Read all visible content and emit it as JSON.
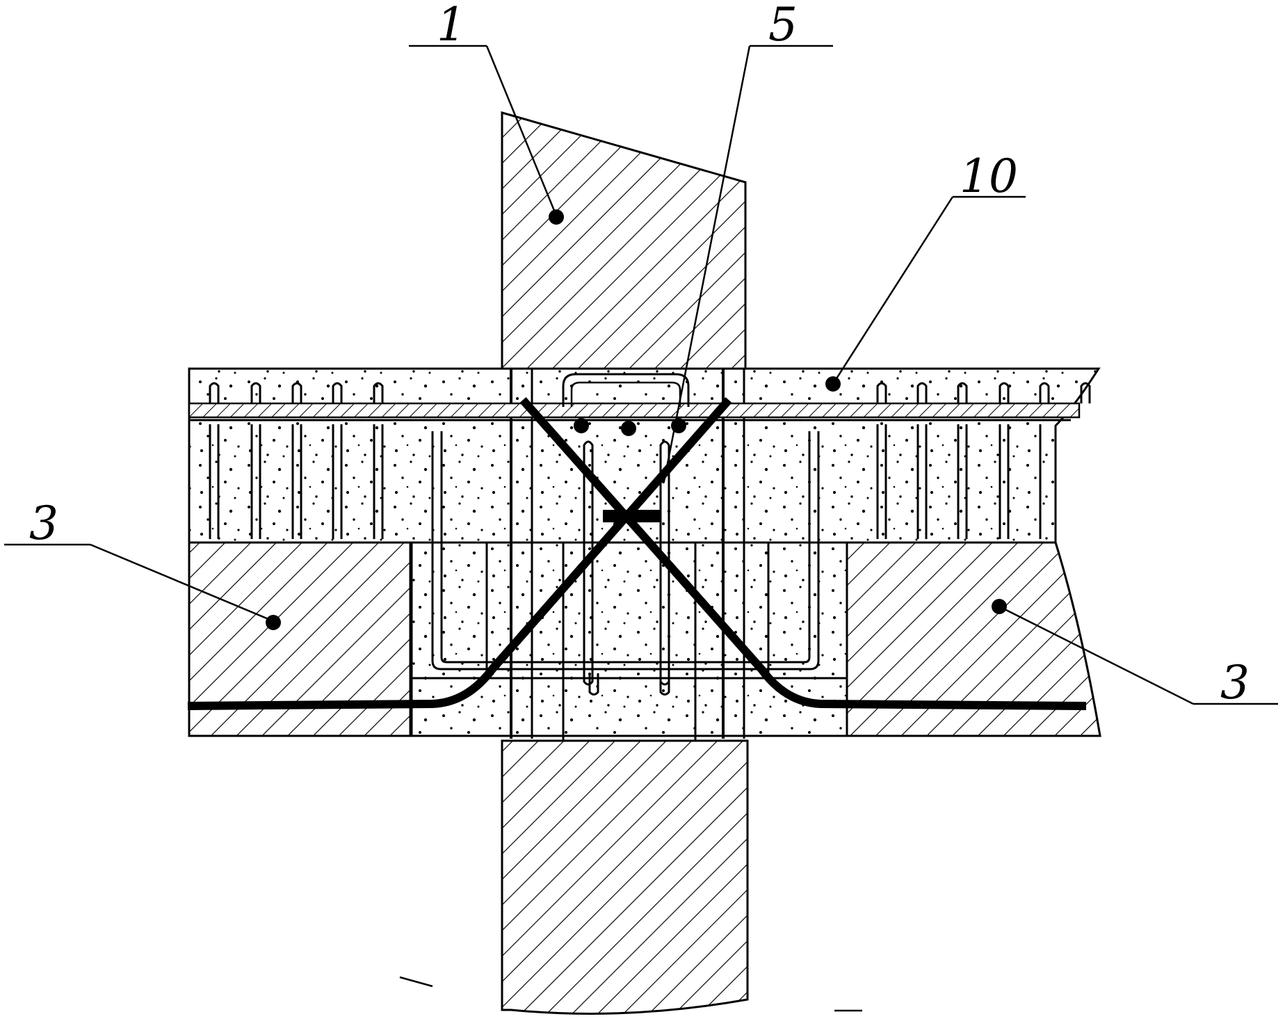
{
  "figure": {
    "labels": {
      "column_top": "1",
      "joint_core": "5",
      "slab": "10",
      "beam_left": "3",
      "beam_right": "3"
    },
    "colors": {
      "ink": "#000000",
      "paper": "#ffffff"
    }
  }
}
